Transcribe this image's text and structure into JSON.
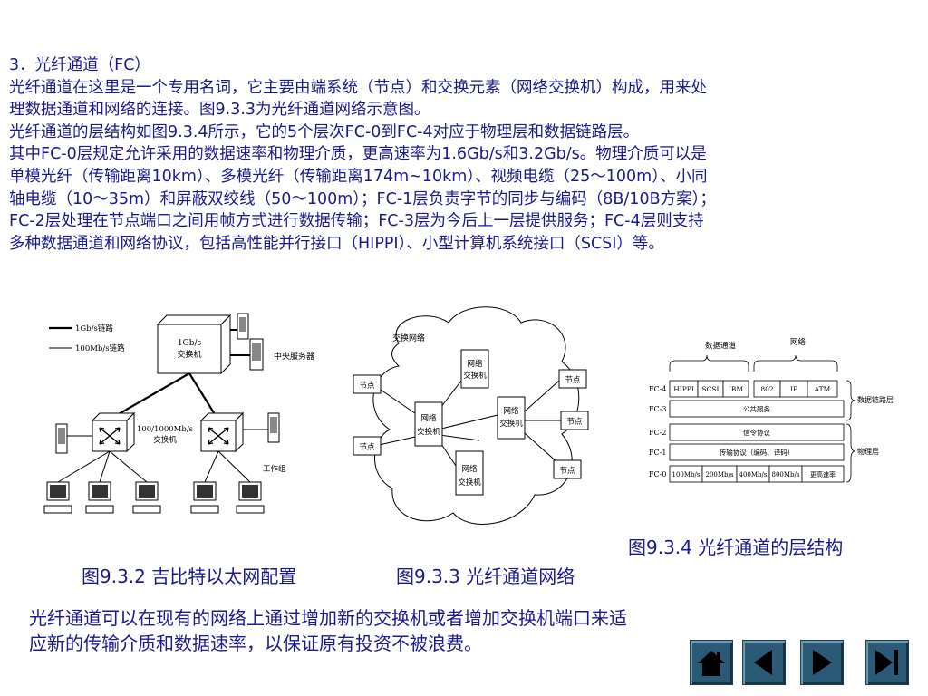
{
  "text": {
    "heading": "3．光纤通道（FC）",
    "lines": [
      "光纤通道在这里是一个专用名词，它主要由端系统（节点）和交换元素（网络交换机）构成，用来处",
      "理数据通道和网络的连接。图9.3.3为光纤通道网络示意图。",
      "光纤通道的层结构如图9.3.4所示，它的5个层次FC-0到FC-4对应于物理层和数据链路层。",
      "其中FC-0层规定允许采用的数据速率和物理介质，更高速率为1.6Gb/s和3.2Gb/s。物理介质可以是",
      "单模光纤（传输距离10km）、多模光纤（传输距离174m~10km）、视频电缆（25～100m）、小同",
      "轴电缆（10～35m）和屏蔽双绞线（50～100m）；FC-1层负责字节的同步与编码（8B/10B方案）；",
      "FC-2层处理在节点端口之间用帧方式进行数据传输；FC-3层为今后上一层提供服务；FC-4层则支持",
      "多种数据通道和网络协议，包括高性能并行接口（HIPPI）、小型计算机系统接口（SCSI）等。"
    ]
  },
  "fig1": {
    "legend_1g": "1Gb/s链路",
    "legend_100m": "100Mb/s链路",
    "main_switch": [
      "1Gb/s",
      "交换机"
    ],
    "server_label": "中央服务器",
    "sub_switch": [
      "100/1000Mb/s",
      "交换机"
    ],
    "workgroup": "工作组"
  },
  "fig2": {
    "cloud_label": "交换网络",
    "node": "节点",
    "switch": [
      "网络",
      "交换机"
    ]
  },
  "fig3": {
    "top_left": "数据通道",
    "top_right": "网络",
    "rows": [
      "FC-4",
      "FC-3",
      "FC-2",
      "FC-1",
      "FC-0"
    ],
    "fc4_cells": [
      "HIPPI",
      "SCSI",
      "IBM",
      "802",
      "IP",
      "ATM"
    ],
    "fc3_cell": "公共服务",
    "fc2_cell": "信令协议",
    "fc1_cell": "传输协议（编码、译码）",
    "fc0_cells": [
      "100Mb/s",
      "200Mb/s",
      "400Mb/s",
      "800Mb/s",
      "更高速率"
    ],
    "side_top": "数据链路层",
    "side_bottom": "物理层"
  },
  "captions": {
    "fig4": "图9.3.4  光纤通道的层结构",
    "fig2": "图9.3.2  吉比特以太网配置",
    "fig3": "图9.3.3  光纤通道网络"
  },
  "bottom": {
    "line1": "光纤通道可以在现有的网络上通过增加新的交换机或者增加交换机端口来适",
    "line2": "应新的传输介质和数据速率，以保证原有投资不被浪费。"
  },
  "nav": {
    "home": "home-icon",
    "prev": "prev-arrow-icon",
    "next": "next-arrow-icon",
    "end": "end-icon",
    "color": "#2b5a77"
  }
}
